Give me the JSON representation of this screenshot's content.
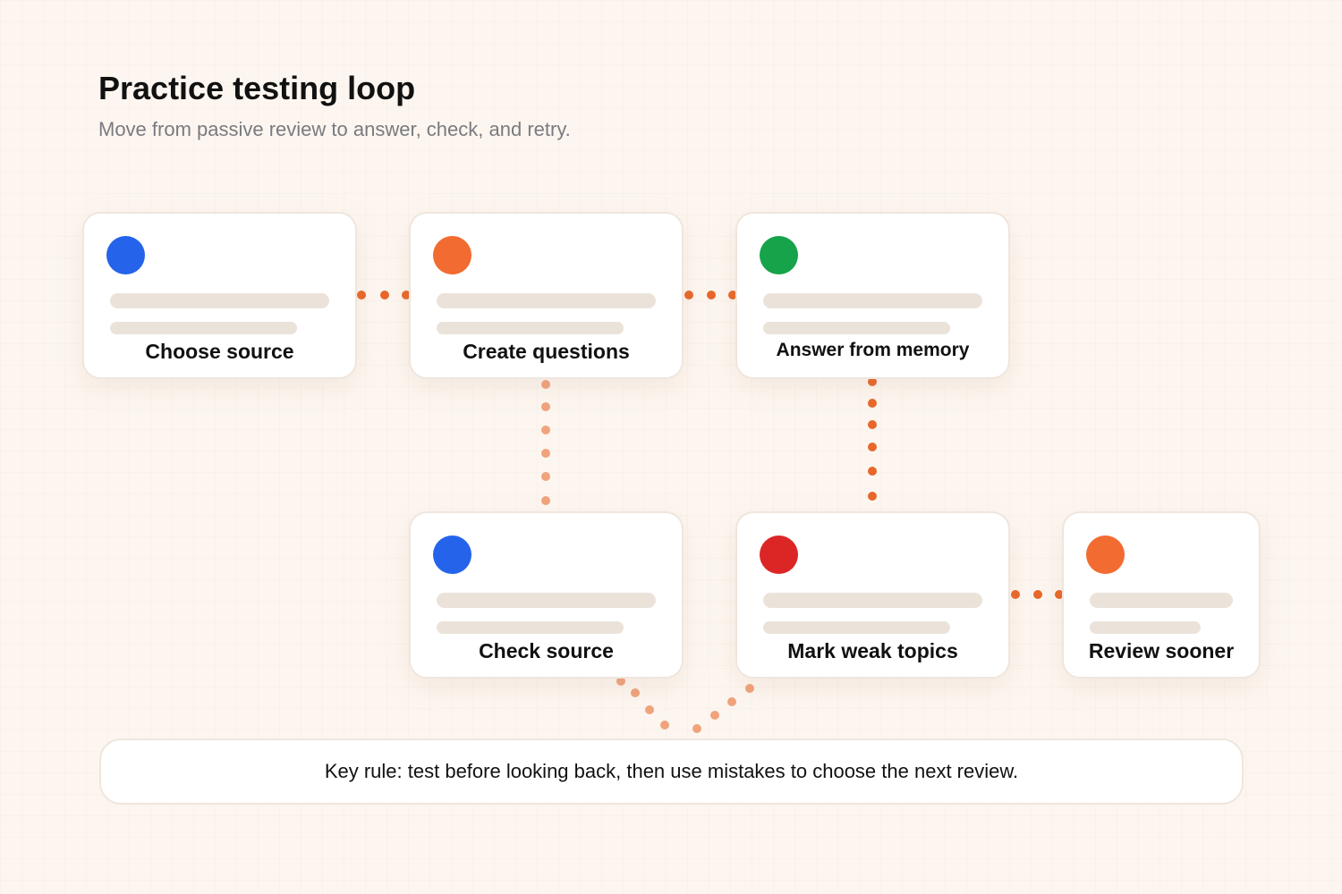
{
  "title": "Practice testing loop",
  "subtitle": "Move from passive review to answer, check, and retry.",
  "colors": {
    "blue": "#2563eb",
    "orange": "#f26b30",
    "green": "#16a34a",
    "red": "#dc2626",
    "connector": "#e8672a",
    "connector_light": "#f0a37c"
  },
  "steps": [
    {
      "id": "choose-source",
      "label": "Choose source",
      "color": "#2563eb"
    },
    {
      "id": "create-questions",
      "label": "Create questions",
      "color": "#f26b30"
    },
    {
      "id": "answer-from-memory",
      "label": "Answer from memory",
      "color": "#16a34a"
    },
    {
      "id": "check-source",
      "label": "Check source",
      "color": "#2563eb"
    },
    {
      "id": "mark-weak-topics",
      "label": "Mark weak topics",
      "color": "#dc2626"
    },
    {
      "id": "review-sooner",
      "label": "Review sooner",
      "color": "#f26b30"
    }
  ],
  "connections": [
    {
      "from": "choose-source",
      "to": "create-questions"
    },
    {
      "from": "create-questions",
      "to": "answer-from-memory"
    },
    {
      "from": "create-questions",
      "to": "check-source"
    },
    {
      "from": "answer-from-memory",
      "to": "mark-weak-topics"
    },
    {
      "from": "mark-weak-topics",
      "to": "review-sooner"
    },
    {
      "from": "check-source",
      "to": "mark-weak-topics"
    }
  ],
  "key_rule": "Key rule: test before looking back, then use mistakes to choose the next review."
}
